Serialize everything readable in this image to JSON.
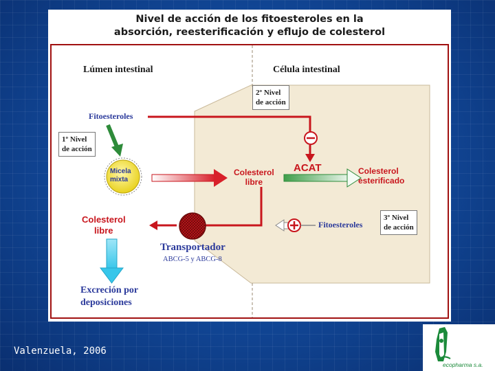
{
  "title": {
    "line1": "Nivel de acción de los fitoesteroles en la",
    "line2": "absorción, reesterificación y eflujo de colesterol"
  },
  "regions": {
    "lumen": "Lúmen intestinal",
    "cell": "Célula intestinal"
  },
  "levels": {
    "first": [
      "1º Nivel",
      "de acción"
    ],
    "second": [
      "2º Nivel",
      "de acción"
    ],
    "third": [
      "3º Nivel",
      "de acción"
    ]
  },
  "labels": {
    "fitoesteroles_top": "Fitoesteroles",
    "micela": [
      "Micela",
      "mixta"
    ],
    "colesterol_libre_cell": [
      "Colesterol",
      "libre"
    ],
    "acat": "ACAT",
    "colesterol_esterificado": [
      "Colesterol",
      "esterificado"
    ],
    "fitoesteroles_right": "Fitoesteroles",
    "colesterol_libre_lumen": [
      "Colesterol",
      "libre"
    ],
    "transportador": "Transportador",
    "transportador_sub": "ABCG-5 y ABCG-8",
    "excrecion": [
      "Excreción por",
      "deposiciones"
    ]
  },
  "signs": {
    "inhibit": "–",
    "activate": "+"
  },
  "colors": {
    "red": "#c8161d",
    "blue_label": "#2b3a9b",
    "cell_fill": "#f4ebd7",
    "green": "#2e8b3a",
    "cyan": "#4fd0f0",
    "yellow": "#f4e43c"
  },
  "citation": "Valenzuela, 2006",
  "logo": {
    "name": "ecopharma s.a."
  }
}
